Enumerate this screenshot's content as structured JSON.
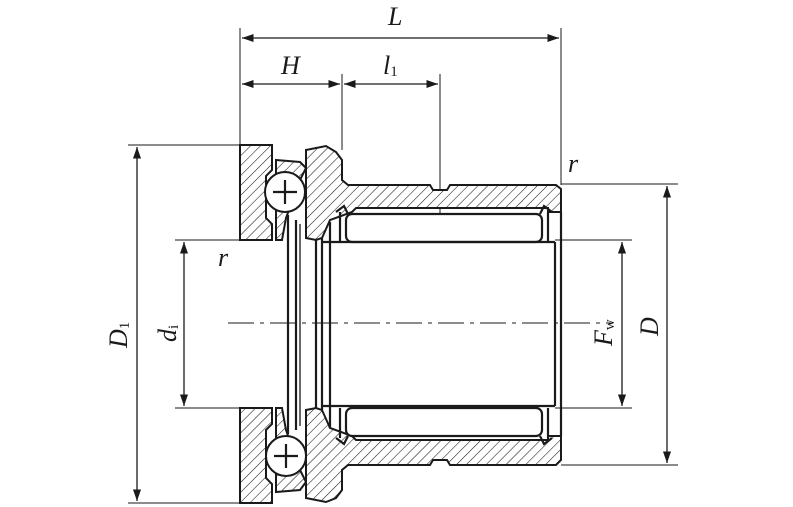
{
  "labels": {
    "L": "L",
    "H": "H",
    "l1_main": "l",
    "l1_sub": "1",
    "r_top": "r",
    "r_left": "r",
    "D1_main": "D",
    "D1_sub": "1",
    "di_main": "d",
    "di_sub": "i",
    "Fw_main": "F",
    "Fw_sub": "w",
    "D": "D"
  }
}
